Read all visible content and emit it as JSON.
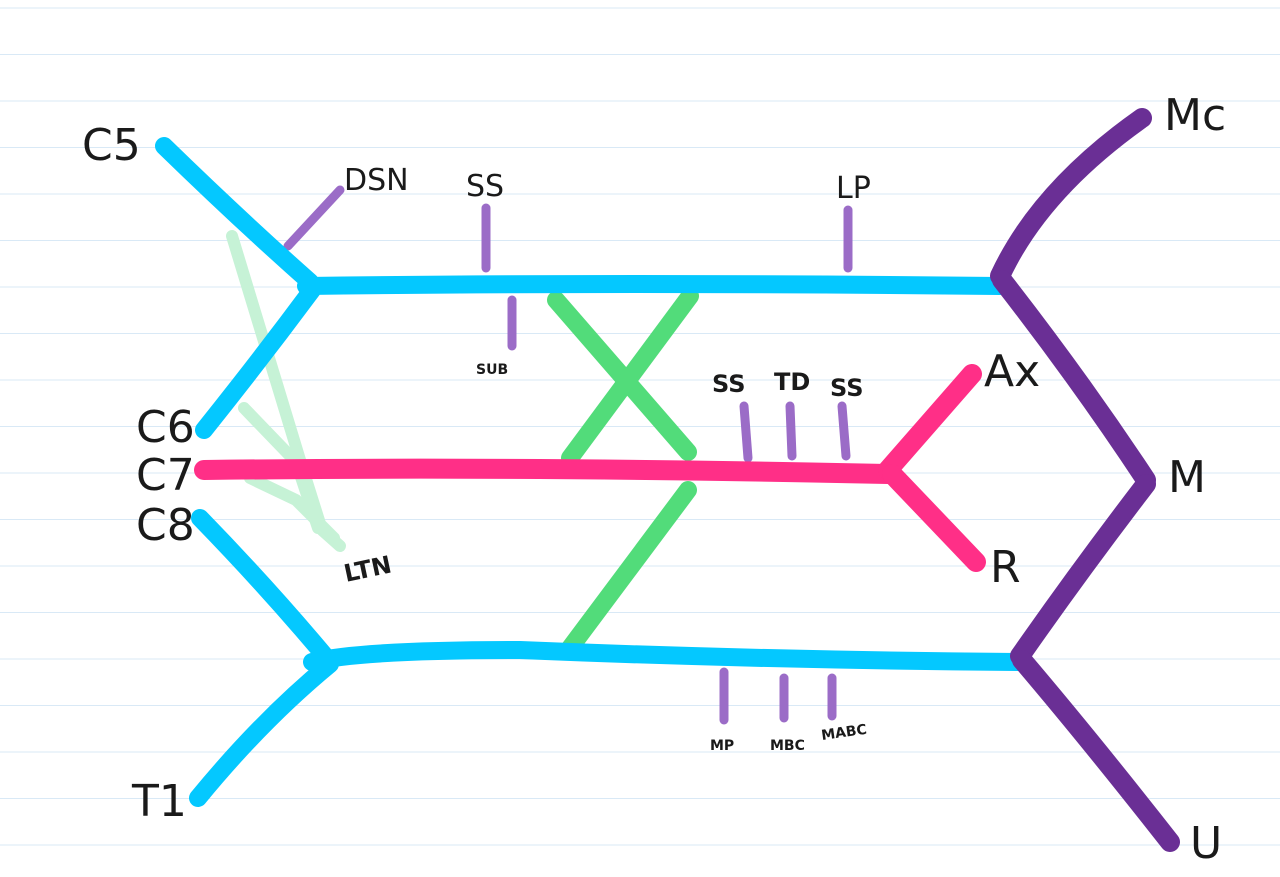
{
  "diagram": {
    "roots": {
      "c5": "C5",
      "c6": "C6",
      "c7": "C7",
      "c8": "C8",
      "t1": "T1"
    },
    "branches": {
      "dsn": "DSN",
      "ss_trunk": "SS",
      "sub": "SUB",
      "lp": "LP",
      "ss_post_1": "SS",
      "td": "TD",
      "ss_post_2": "SS",
      "ltn": "LTN",
      "mp": "MP",
      "mbc": "MBC",
      "mabc": "MABC"
    },
    "terminals": {
      "mc": "Mc",
      "ax": "Ax",
      "m": "M",
      "r": "R",
      "u": "U"
    }
  },
  "colors": {
    "paper_line": "#d9e9f6",
    "roots_trunks": "#04c8ff",
    "posterior_cord": "#ff2f87",
    "divisions": "#52dc7a",
    "branches": "#9b6cc7",
    "terminal_nerves": "#6a2f95",
    "long_thoracic": "#c6f2d6"
  }
}
